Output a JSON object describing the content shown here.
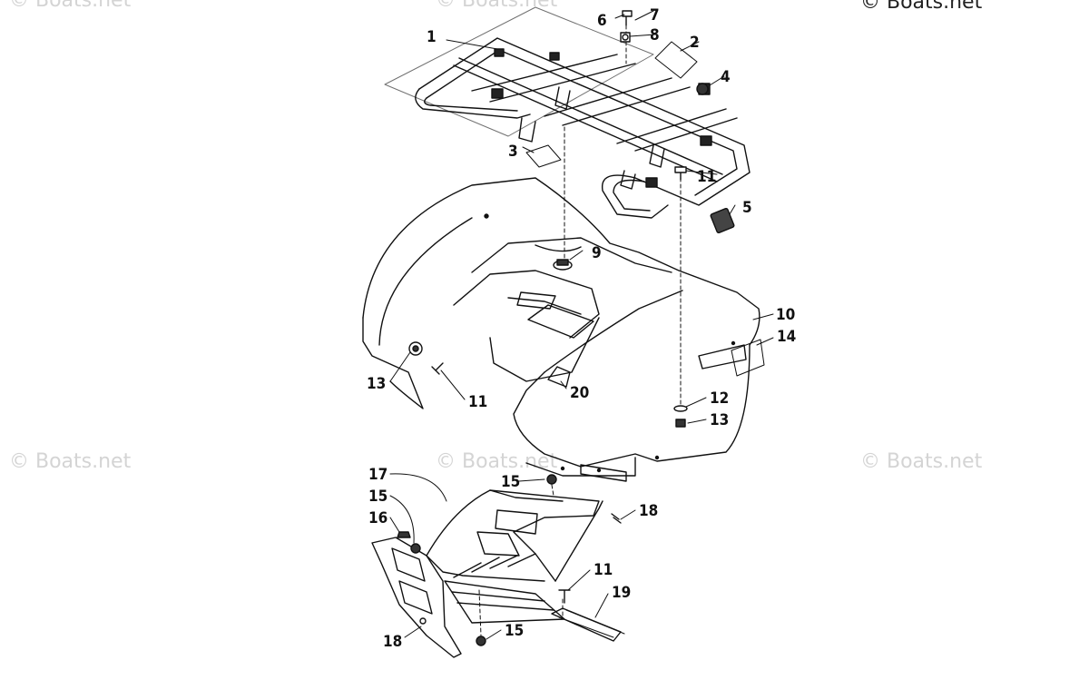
{
  "watermark": {
    "text": "© Boats.net"
  },
  "callouts": [
    "1",
    "2",
    "3",
    "4",
    "5",
    "6",
    "7",
    "8",
    "9",
    "10",
    "11",
    "11",
    "11",
    "12",
    "13",
    "13",
    "14",
    "15",
    "15",
    "15",
    "16",
    "17",
    "18",
    "18",
    "19",
    "20"
  ]
}
